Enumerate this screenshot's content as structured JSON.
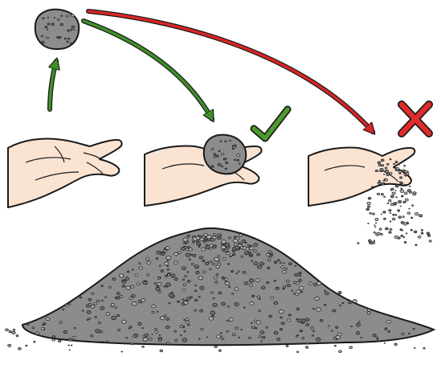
{
  "diagram": {
    "steps": [
      {
        "id": "toss",
        "outcome": "toss-up"
      },
      {
        "id": "catch-intact",
        "outcome": "correct"
      },
      {
        "id": "crumbles",
        "outcome": "incorrect"
      }
    ],
    "icons": {
      "correct": "check-mark-icon",
      "incorrect": "cross-mark-icon"
    },
    "colors": {
      "correct_arrow": "#3f8f2a",
      "incorrect_arrow": "#d92525",
      "check_mark": "#4f9a2e",
      "cross_mark": "#e02b2b",
      "skin": "#fbe3d2",
      "outline": "#1a1a1a",
      "soil": "#8c8c8c",
      "soil_light": "#a9a9a9"
    }
  }
}
